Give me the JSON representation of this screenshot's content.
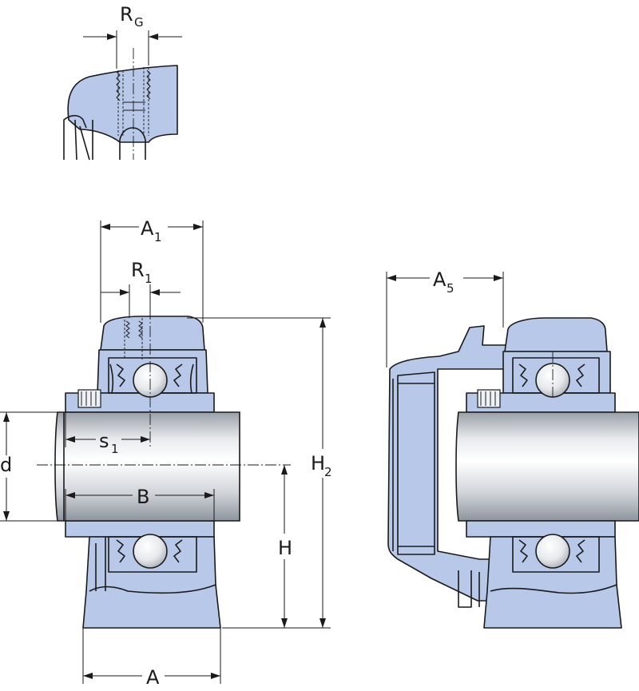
{
  "labels": {
    "rg": {
      "main": "R",
      "sub": "G"
    },
    "a1": {
      "main": "A",
      "sub": "1"
    },
    "r1": {
      "main": "R",
      "sub": "1"
    },
    "a5": {
      "main": "A",
      "sub": "5"
    },
    "s1": {
      "main": "s",
      "sub": "1"
    },
    "h2": {
      "main": "H",
      "sub": "2"
    },
    "d": "d",
    "b": "B",
    "h": "H",
    "a": "A"
  },
  "colors": {
    "housing_fill": "#b8c8e8",
    "outline": "#1a1a1a"
  }
}
